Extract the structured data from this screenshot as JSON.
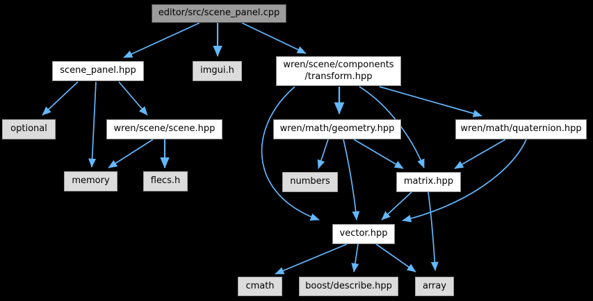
{
  "diagram": {
    "type": "include-dependency-graph",
    "root_file": "editor/src/scene_panel.cpp",
    "colors": {
      "background": "#000000",
      "edge": "#63b8ff",
      "internal_node_fill": "#ffffff",
      "external_node_fill": "#dcdcdc",
      "root_node_fill": "#9c9c9c",
      "node_border": "#8c8c8c",
      "root_node_border": "#4a4a4a",
      "text": "#000000"
    },
    "nodes": [
      {
        "id": "scene_panel_cpp",
        "label": "editor/src/scene_panel.cpp",
        "kind": "root"
      },
      {
        "id": "scene_panel_hpp",
        "label": "scene_panel.hpp",
        "kind": "internal"
      },
      {
        "id": "imgui_h",
        "label": "imgui.h",
        "kind": "external"
      },
      {
        "id": "transform_hpp",
        "label": "wren/scene/components\n/transform.hpp",
        "kind": "internal"
      },
      {
        "id": "optional",
        "label": "optional",
        "kind": "external"
      },
      {
        "id": "scene_hpp",
        "label": "wren/scene/scene.hpp",
        "kind": "internal"
      },
      {
        "id": "geometry_hpp",
        "label": "wren/math/geometry.hpp",
        "kind": "internal"
      },
      {
        "id": "quaternion_hpp",
        "label": "wren/math/quaternion.hpp",
        "kind": "internal"
      },
      {
        "id": "memory",
        "label": "memory",
        "kind": "external"
      },
      {
        "id": "flecs_h",
        "label": "flecs.h",
        "kind": "external"
      },
      {
        "id": "numbers",
        "label": "numbers",
        "kind": "external"
      },
      {
        "id": "matrix_hpp",
        "label": "matrix.hpp",
        "kind": "internal"
      },
      {
        "id": "vector_hpp",
        "label": "vector.hpp",
        "kind": "internal"
      },
      {
        "id": "cmath",
        "label": "cmath",
        "kind": "external"
      },
      {
        "id": "boost_describe_hpp",
        "label": "boost/describe.hpp",
        "kind": "external"
      },
      {
        "id": "array",
        "label": "array",
        "kind": "external"
      }
    ],
    "edges": [
      {
        "from": "editor/src/scene_panel.cpp",
        "to": "scene_panel.hpp"
      },
      {
        "from": "editor/src/scene_panel.cpp",
        "to": "imgui.h"
      },
      {
        "from": "editor/src/scene_panel.cpp",
        "to": "wren/scene/components/transform.hpp"
      },
      {
        "from": "scene_panel.hpp",
        "to": "optional"
      },
      {
        "from": "scene_panel.hpp",
        "to": "memory"
      },
      {
        "from": "scene_panel.hpp",
        "to": "wren/scene/scene.hpp"
      },
      {
        "from": "wren/scene/scene.hpp",
        "to": "memory"
      },
      {
        "from": "wren/scene/scene.hpp",
        "to": "flecs.h"
      },
      {
        "from": "wren/scene/components/transform.hpp",
        "to": "wren/math/geometry.hpp"
      },
      {
        "from": "wren/scene/components/transform.hpp",
        "to": "wren/math/quaternion.hpp"
      },
      {
        "from": "wren/scene/components/transform.hpp",
        "to": "matrix.hpp"
      },
      {
        "from": "wren/scene/components/transform.hpp",
        "to": "vector.hpp"
      },
      {
        "from": "wren/math/geometry.hpp",
        "to": "numbers"
      },
      {
        "from": "wren/math/geometry.hpp",
        "to": "matrix.hpp"
      },
      {
        "from": "wren/math/geometry.hpp",
        "to": "vector.hpp"
      },
      {
        "from": "wren/math/quaternion.hpp",
        "to": "matrix.hpp"
      },
      {
        "from": "wren/math/quaternion.hpp",
        "to": "vector.hpp"
      },
      {
        "from": "matrix.hpp",
        "to": "vector.hpp"
      },
      {
        "from": "matrix.hpp",
        "to": "array"
      },
      {
        "from": "vector.hpp",
        "to": "cmath"
      },
      {
        "from": "vector.hpp",
        "to": "boost/describe.hpp"
      },
      {
        "from": "vector.hpp",
        "to": "array"
      }
    ]
  }
}
